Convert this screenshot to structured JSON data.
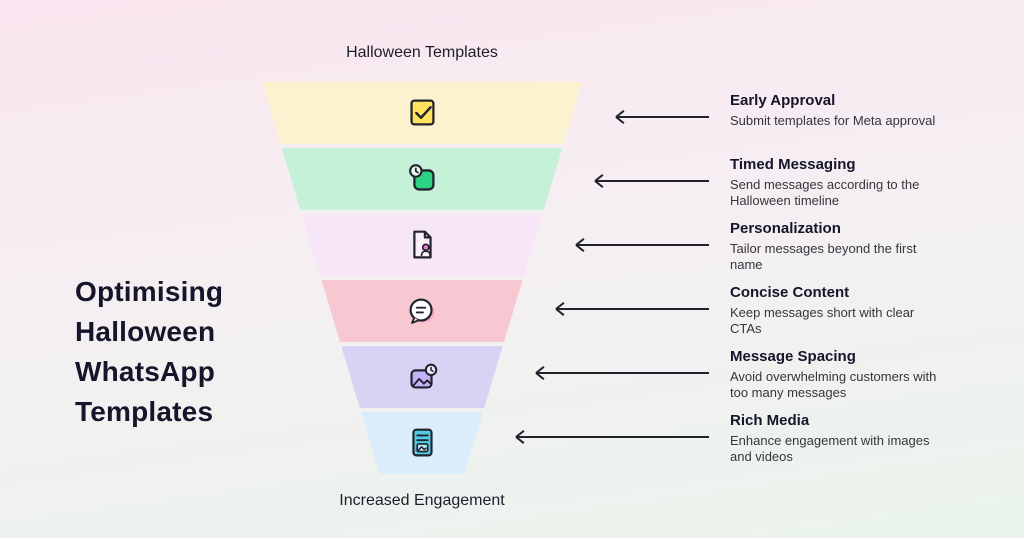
{
  "page": {
    "title": "Optimising Halloween WhatsApp Templates"
  },
  "funnel": {
    "top_label": "Halloween Templates",
    "bottom_label": "Increased Engagement",
    "segments": [
      {
        "icon": "check-note-icon",
        "color": "#fbf3cf"
      },
      {
        "icon": "clock-message-icon",
        "color": "#c4f1d8"
      },
      {
        "icon": "document-user-icon",
        "color": "#f7e6f7"
      },
      {
        "icon": "speech-bubble-icon",
        "color": "#f8c8d2"
      },
      {
        "icon": "image-clock-icon",
        "color": "#d9d2f5"
      },
      {
        "icon": "media-document-icon",
        "color": "#dbedfa"
      }
    ]
  },
  "items": [
    {
      "heading": "Early Approval",
      "body": "Submit templates for Meta approval"
    },
    {
      "heading": "Timed Messaging",
      "body": "Send messages according to the Halloween timeline"
    },
    {
      "heading": "Personalization",
      "body": "Tailor messages beyond the first name"
    },
    {
      "heading": "Concise Content",
      "body": "Keep messages short with clear CTAs"
    },
    {
      "heading": "Message Spacing",
      "body": "Avoid overwhelming customers with too many messages"
    },
    {
      "heading": "Rich Media",
      "body": "Enhance engagement with images and videos"
    }
  ],
  "palette": {
    "background_top": "#fae6f0",
    "background_bottom": "#eaf4ec",
    "text_dark": "#15152b",
    "body_text": "#35353f",
    "arrow": "#23232f"
  }
}
